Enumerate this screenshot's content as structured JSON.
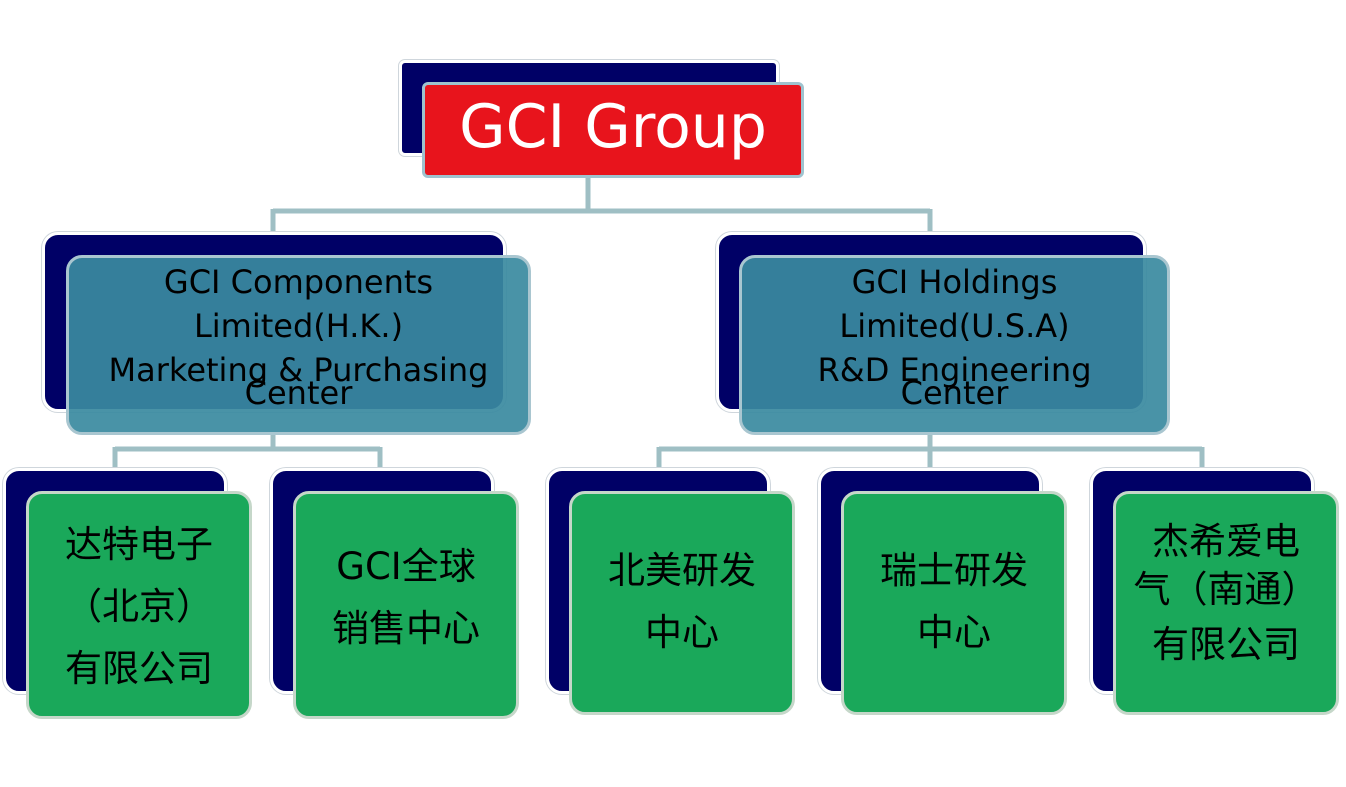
{
  "root": {
    "title": "GCI Group"
  },
  "divisions": [
    {
      "lines": [
        "GCI Components",
        "Limited(H.K.)",
        "Marketing & Purchasing",
        "Center"
      ],
      "children": [
        {
          "lines": [
            "达特电子",
            "（北京）",
            "有限公司"
          ]
        },
        {
          "lines_mixed": [
            {
              "latin": "GCI",
              "rest": "全球"
            }
          ],
          "lines": [
            "销售中心"
          ]
        }
      ]
    },
    {
      "lines": [
        "GCI Holdings",
        "Limited(U.S.A)",
        "R&D Engineering",
        "Center"
      ],
      "children": [
        {
          "lines": [
            "北美研发",
            "中心"
          ]
        },
        {
          "lines": [
            "瑞士研发",
            "中心"
          ]
        },
        {
          "lines": [
            "杰希爱电",
            "气（南通）",
            "有限公司"
          ]
        }
      ]
    }
  ],
  "colors": {
    "root_fill": "#e8141c",
    "shadow_fill": "#000066",
    "division_fill": "#3a8aa0",
    "leaf_fill": "#1aa85a",
    "connector": "#9fbfc4"
  }
}
